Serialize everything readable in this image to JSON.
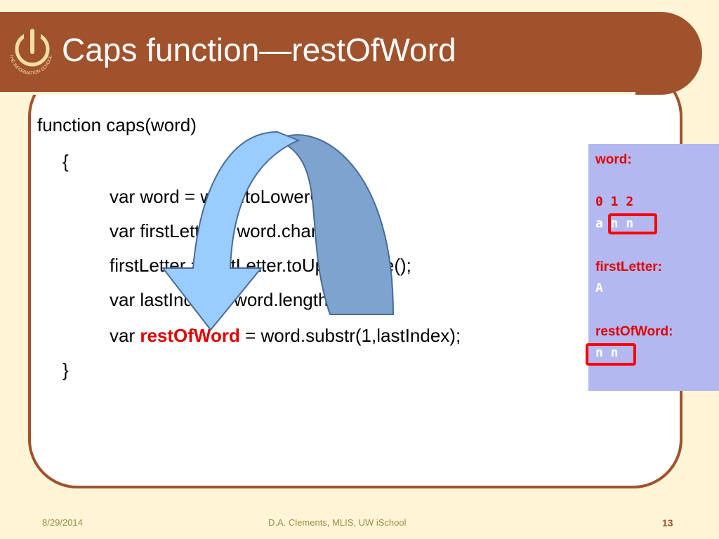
{
  "slide": {
    "title": "Caps function—restOfWord",
    "logo_text": "THE INFORMATION SCHOOL"
  },
  "code": {
    "line1": "function caps(word)",
    "line2": "{",
    "line3": "var word = word.toLowerCase();",
    "line4": "var firstLetter = word.charAt(0);",
    "line5": "firstLetter = firstLetter.toUpperCase();",
    "line6": "var lastIndex = word.length -1;",
    "line7_prefix": "var ",
    "line7_highlight": "restOfWord",
    "line7_suffix": " = word.substr(1,lastIndex);",
    "line8": "}"
  },
  "variables": {
    "word_label": "word:",
    "word_indices": "0 1 2",
    "word_value": "a n n",
    "firstLetter_label": "firstLetter:",
    "firstLetter_value": "A",
    "restOfWord_label": "restOfWord:",
    "restOfWord_value": "n n"
  },
  "footer": {
    "date": "8/29/2014",
    "author": "D.A.  Clements, MLIS, UW iSchool",
    "page": "13"
  },
  "colors": {
    "title_bar": "#a0522d",
    "background": "#fdf5d6",
    "accent_red": "#e00000",
    "var_box": "#b3b8f0",
    "arrow_light": "#99ccff",
    "arrow_dark": "#7da4cf"
  }
}
